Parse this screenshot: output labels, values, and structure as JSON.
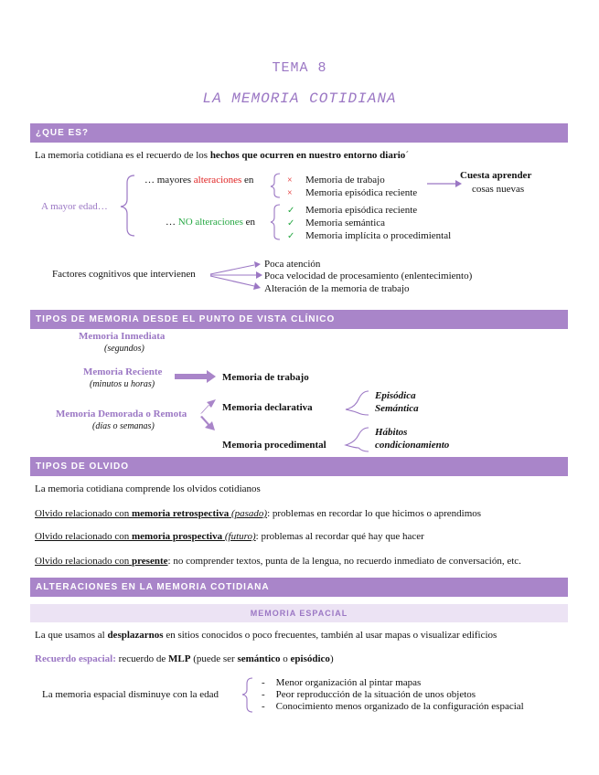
{
  "header": {
    "title": "TEMA 8",
    "subtitle": "LA MEMORIA COTIDIANA"
  },
  "s1": {
    "heading": "¿QUE ES?",
    "intro_pre": "La memoria cotidiana es el recuerdo de los ",
    "intro_bold": "hechos que ocurren en nuestro entorno diario",
    "intro_post": "´",
    "a_mayor_edad": "A mayor edad…",
    "mayores_pre": "… ",
    "mayores_bold": "mayores",
    "mayores_colored": "alteraciones",
    "mayores_post": " en",
    "no_pre": "… ",
    "no_colored": "NO alteraciones",
    "no_post": " en",
    "x_mark": "×",
    "check_mark": "✓",
    "alter_items": [
      "Memoria de trabajo",
      "Memoria episódica reciente"
    ],
    "no_alter_items": [
      "Memoria episódica reciente",
      "Memoria semántica",
      "Memoria implícita o procedimiental"
    ],
    "cuesta_bold": "Cuesta aprender",
    "cuesta_rest": "cosas nuevas",
    "factores_label": "Factores cognitivos que intervienen",
    "factores": [
      "Poca atención",
      "Poca velocidad de procesamiento (enlentecimiento)",
      "Alteración de la memoria de trabajo"
    ]
  },
  "s2": {
    "heading": "TIPOS DE MEMORIA DESDE EL PUNTO DE VISTA CLÍNICO",
    "inmediata": "Memoria Inmediata",
    "inmediata_sub": "(segundos)",
    "reciente": "Memoria Reciente",
    "reciente_sub": "(minutos u horas)",
    "demorada": "Memoria Demorada o Remota",
    "demorada_sub": "(días o semanas)",
    "trabajo": "Memoria de trabajo",
    "declarativa": "Memoria declarativa",
    "procedimental": "Memoria procedimental",
    "episodica": "Episódica",
    "semantica": "Semántica",
    "habitos": "Hábitos",
    "condicionamiento": "condicionamiento"
  },
  "s3": {
    "heading": "TIPOS DE OLVIDO",
    "intro": "La memoria cotidiana comprende los olvidos cotidianos",
    "l1_pre": "Olvido relacionado con ",
    "l1_bold": "memoria retrospectiva",
    "l1_ital": "(pasado)",
    "l1_post": ": problemas en recordar lo que hicimos o aprendimos",
    "l2_pre": "Olvido relacionado con ",
    "l2_bold": "memoria prospectiva",
    "l2_ital": "(futuro)",
    "l2_post": ": problemas al recordar qué hay que hacer",
    "l3_pre": "Olvido relacionado con ",
    "l3_bold": "presente",
    "l3_post": ": no comprender textos, punta de la lengua, no recuerdo inmediato de conversación, etc."
  },
  "s4": {
    "heading": "ALTERACIONES EN LA MEMORIA COTIDIANA",
    "subheading": "MEMORIA ESPACIAL",
    "p1_pre": "La que usamos al ",
    "p1_bold": "desplazarnos",
    "p1_post": " en sitios conocidos o poco frecuentes, también al usar mapas o visualizar edificios",
    "p2_label": "Recuerdo espacial:",
    "p2_pre": " recuerdo de ",
    "p2_bold1": "MLP",
    "p2_mid": "  (puede ser ",
    "p2_bold2": "semántico",
    "p2_or": " o ",
    "p2_bold3": "episódico",
    "p2_end": ")",
    "disminuye": "La memoria espacial disminuye con la edad",
    "dash": "-",
    "items": [
      "Menor organización al pintar mapas",
      "Peor reproducción de la situación de unos objetos",
      "Conocimiento menos organizado de la configuración espacial"
    ]
  }
}
